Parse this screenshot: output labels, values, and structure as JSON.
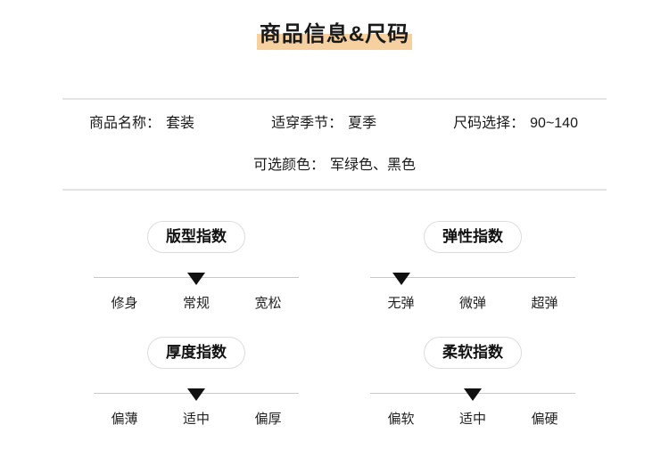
{
  "title": "商品信息&尺码",
  "colors": {
    "title_highlight": "#f7d0a0",
    "divider": "#e6e4e3",
    "scale_line": "#c9c9c9",
    "marker": "#111111",
    "pill_border": "#dcdcdc"
  },
  "info": {
    "rows": [
      {
        "items": [
          {
            "label": "商品名称：",
            "value": "套装"
          },
          {
            "label": "适穿季节：",
            "value": "夏季"
          },
          {
            "label": "尺码选择：",
            "value": "90~140"
          }
        ]
      },
      {
        "items": [
          {
            "label": "可选颜色：",
            "value": "军绿色、黑色"
          }
        ]
      }
    ]
  },
  "marker_positions": [
    "15%",
    "50%",
    "85%"
  ],
  "indexes": [
    {
      "title": "版型指数",
      "labels": [
        "修身",
        "常规",
        "宽松"
      ],
      "selected": "常规",
      "marker_index": 1
    },
    {
      "title": "弹性指数",
      "labels": [
        "无弹",
        "微弹",
        "超弹"
      ],
      "selected": "无弹",
      "marker_index": 0
    },
    {
      "title": "厚度指数",
      "labels": [
        "偏薄",
        "适中",
        "偏厚"
      ],
      "selected": "适中",
      "marker_index": 1
    },
    {
      "title": "柔软指数",
      "labels": [
        "偏软",
        "适中",
        "偏硬"
      ],
      "selected": "适中",
      "marker_index": 1
    }
  ]
}
